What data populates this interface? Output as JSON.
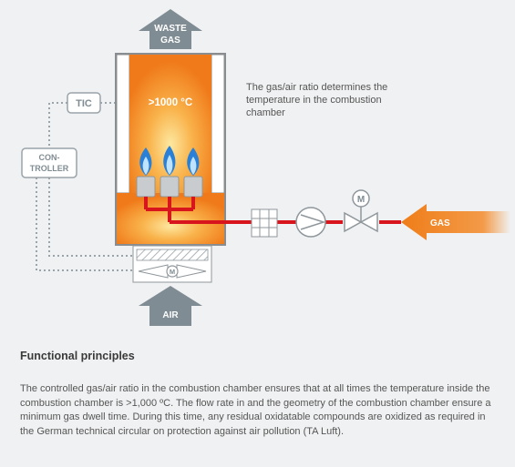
{
  "diagram": {
    "waste_gas_line1": "WASTE",
    "waste_gas_line2": "GAS",
    "temperature": ">1000 °C",
    "tic": "TIC",
    "controller_line1": "CON-",
    "controller_line2": "TROLLER",
    "air": "AIR",
    "gas": "GAS",
    "valve_motor": "M",
    "fan_motor": "M",
    "annotation": "The gas/air ratio determines the temperature in the combustion chamber"
  },
  "text": {
    "heading": "Functional principles",
    "body": "The controlled gas/air ratio in the combustion chamber ensures that at all times the temperature inside the combustion chamber is >1,000 ºC. The flow rate in and the geometry of the combustion chamber ensure a minimum gas dwell time. During this time, any residual oxidatable compounds are oxidized as required in the German technical circular on protection against air pollution (TA Luft)."
  },
  "colors": {
    "chamber_orange": "#f07a1a",
    "chamber_yellow": "#fde8a0",
    "pipe_red": "#d8141c",
    "arrow_gray": "#7f8c93",
    "flame_blue": "#2a7fd6",
    "gas_arrow": "#ef7d18"
  }
}
